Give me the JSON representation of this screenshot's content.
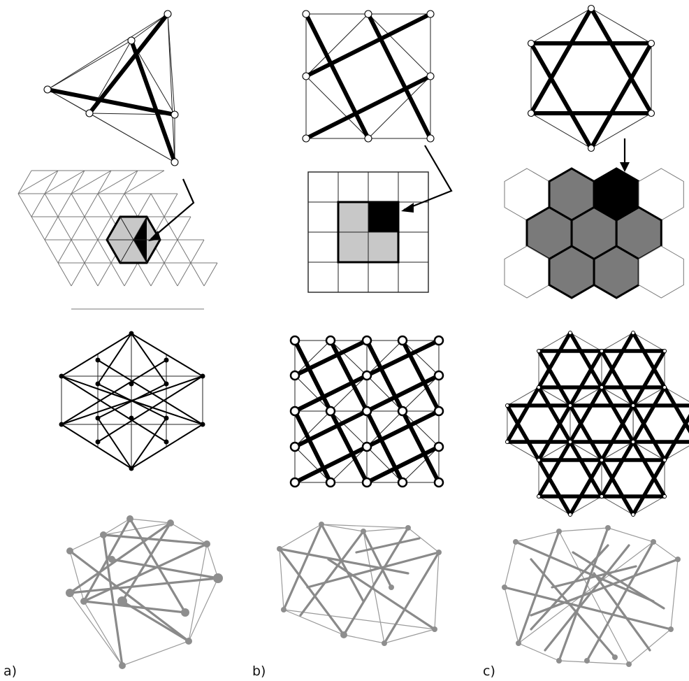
{
  "captions": {
    "a": "a)",
    "b": "b)",
    "c": "c)"
  },
  "colors": {
    "thick_bar": "#000000",
    "light_cell": "#c8c8c8",
    "dark_cell": "#000000",
    "mid_hex": "#7a7a7a",
    "grey_struts": "#8a8a8a"
  }
}
